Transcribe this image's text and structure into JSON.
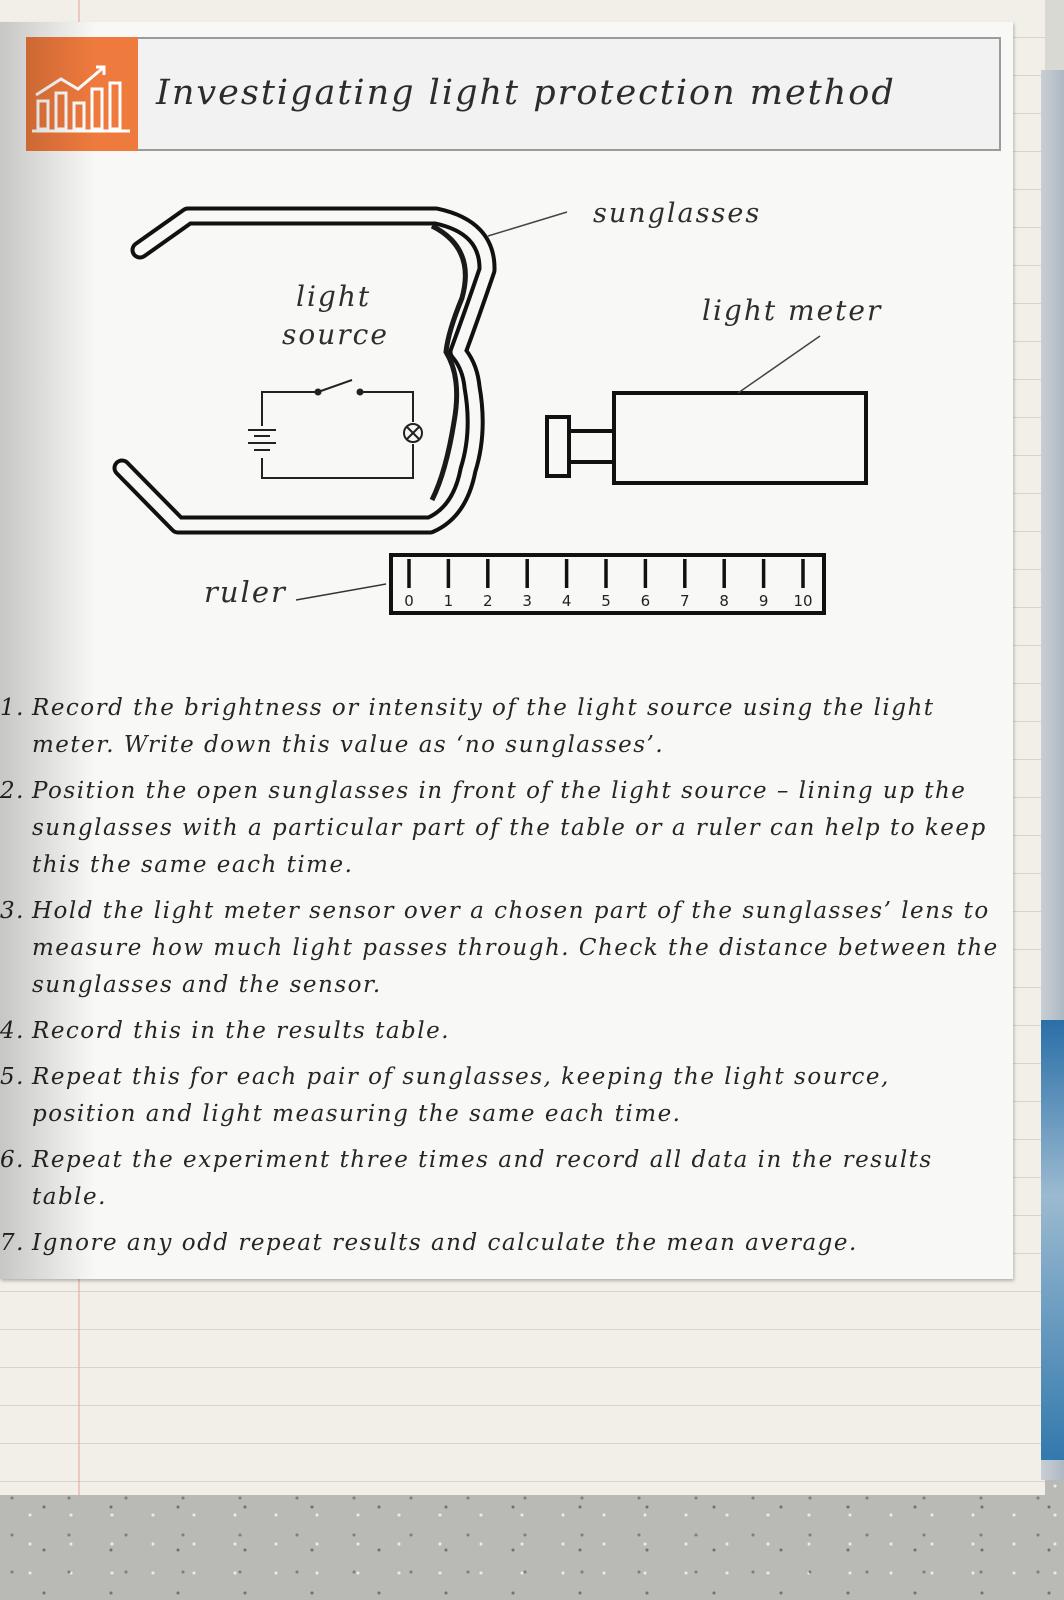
{
  "header": {
    "title": "Investigating light protection method",
    "icon": "bar-chart-icon"
  },
  "diagram": {
    "labels": {
      "sunglasses": "sunglasses",
      "light_meter": "light meter",
      "light_source_line1": "light",
      "light_source_line2": "source",
      "ruler": "ruler"
    },
    "ruler_ticks": [
      "0",
      "1",
      "2",
      "3",
      "4",
      "5",
      "6",
      "7",
      "8",
      "9",
      "10"
    ]
  },
  "steps": [
    {
      "num": "1.",
      "text": "Record the brightness or intensity of the light source using the light meter. Write down this value as ‘no sunglasses’."
    },
    {
      "num": "2.",
      "text": "Position the open sunglasses in front of the light source – lining up the sunglasses with a particular part of the table or a ruler can help to keep this the same each time."
    },
    {
      "num": "3.",
      "text": "Hold the light meter sensor over a chosen part of the sunglasses’ lens to measure how much light passes through. Check the distance between the sunglasses and the sensor."
    },
    {
      "num": "4.",
      "text": "Record this in the results table."
    },
    {
      "num": "5.",
      "text": "Repeat this for each pair of sunglasses, keeping the light source, position and light measuring the same each time."
    },
    {
      "num": "6.",
      "text": "Repeat the experiment three times and record all data in the results table."
    },
    {
      "num": "7.",
      "text": "Ignore any odd repeat results and calculate the mean average."
    }
  ],
  "colors": {
    "accent": "#ef7a3d",
    "ink": "#262626",
    "paper": "#f8f8f6"
  }
}
